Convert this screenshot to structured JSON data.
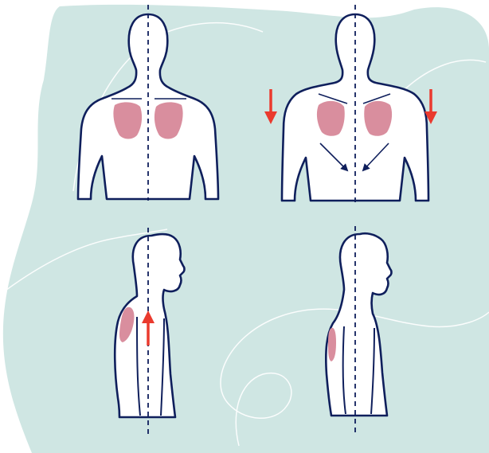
{
  "colors": {
    "background": "#ffffff",
    "blob": "#cfe6e3",
    "blob_lines": "#ffffff",
    "body_fill": "#ffffff",
    "outline": "#0f1f5c",
    "shoulder_blade": "#d98e9e",
    "arrow_red": "#ea3a2e"
  },
  "panels": [
    {
      "id": "back-view-neutral",
      "view": "back",
      "state": "neutral",
      "blade_arrows": [],
      "red_arrows": []
    },
    {
      "id": "back-view-corrected",
      "view": "back",
      "state": "depressed-retracted",
      "blade_arrows": [
        "down-inward-left",
        "down-inward-right"
      ],
      "red_arrows": [
        "down-left",
        "down-right"
      ]
    },
    {
      "id": "side-view-elevated",
      "view": "side",
      "state": "elevated",
      "blade_arrows": [],
      "red_arrows": [
        "up"
      ]
    },
    {
      "id": "side-view-corrected",
      "view": "side",
      "state": "neutral",
      "blade_arrows": [],
      "red_arrows": []
    }
  ]
}
